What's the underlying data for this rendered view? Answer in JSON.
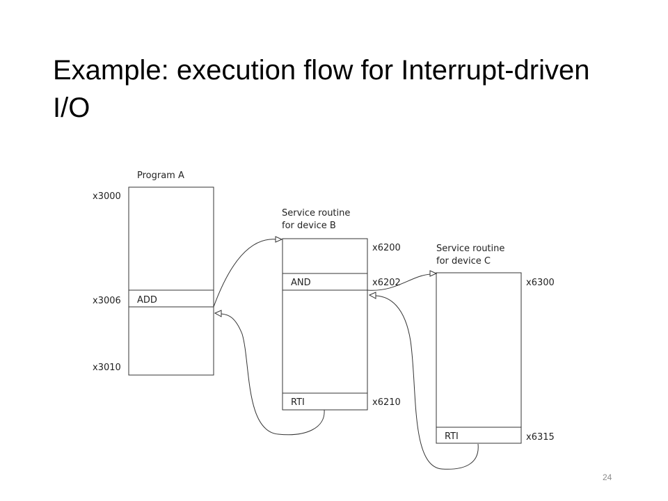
{
  "slide": {
    "title": "Example: execution flow for Interrupt-driven I/O",
    "page_number": "24"
  },
  "diagram": {
    "program_a": {
      "title": "Program A",
      "instruction": "ADD",
      "addresses": {
        "start": "x3000",
        "add": "x3006",
        "end": "x3010"
      }
    },
    "routine_b": {
      "title_line1": "Service routine",
      "title_line2": "for device B",
      "instruction": "AND",
      "return_instruction": "RTI",
      "addresses": {
        "start": "x6200",
        "and": "x6202",
        "rti": "x6210"
      }
    },
    "routine_c": {
      "title_line1": "Service routine",
      "title_line2": "for device C",
      "return_instruction": "RTI",
      "addresses": {
        "start": "x6300",
        "rti": "x6315"
      }
    }
  }
}
